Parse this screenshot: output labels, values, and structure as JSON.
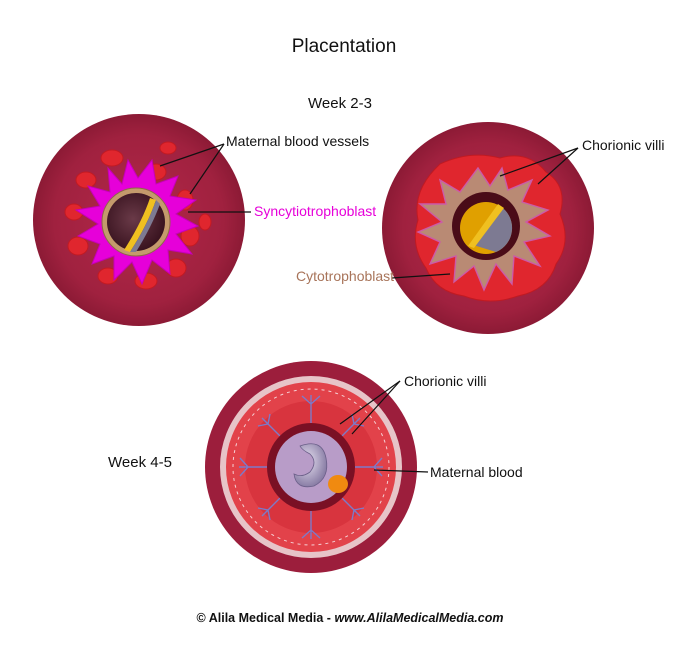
{
  "title": "Placentation",
  "stages": {
    "early": "Week 2-3",
    "late": "Week 4-5"
  },
  "labels": {
    "maternal_blood_vessels": "Maternal blood vessels",
    "syncytiotrophoblast": "Syncytiotrophoblast",
    "chorionic_villi_top": "Chorionic villi",
    "cytotrophoblast": "Cytotrophoblast",
    "chorionic_villi_bottom": "Chorionic villi",
    "maternal_blood": "Maternal blood"
  },
  "footer": {
    "credit": "© Alila Medical Media - ",
    "url": "www.AlilaMedicalMedia.com"
  },
  "colors": {
    "tissue": "#a0213f",
    "syncytiotrophoblast": "#e600d9",
    "cytotrophoblast": "#a8745a",
    "maternal_blood": "#e0262e",
    "yolk_sac": "#e0a000",
    "amnion": "#7d7a92"
  }
}
